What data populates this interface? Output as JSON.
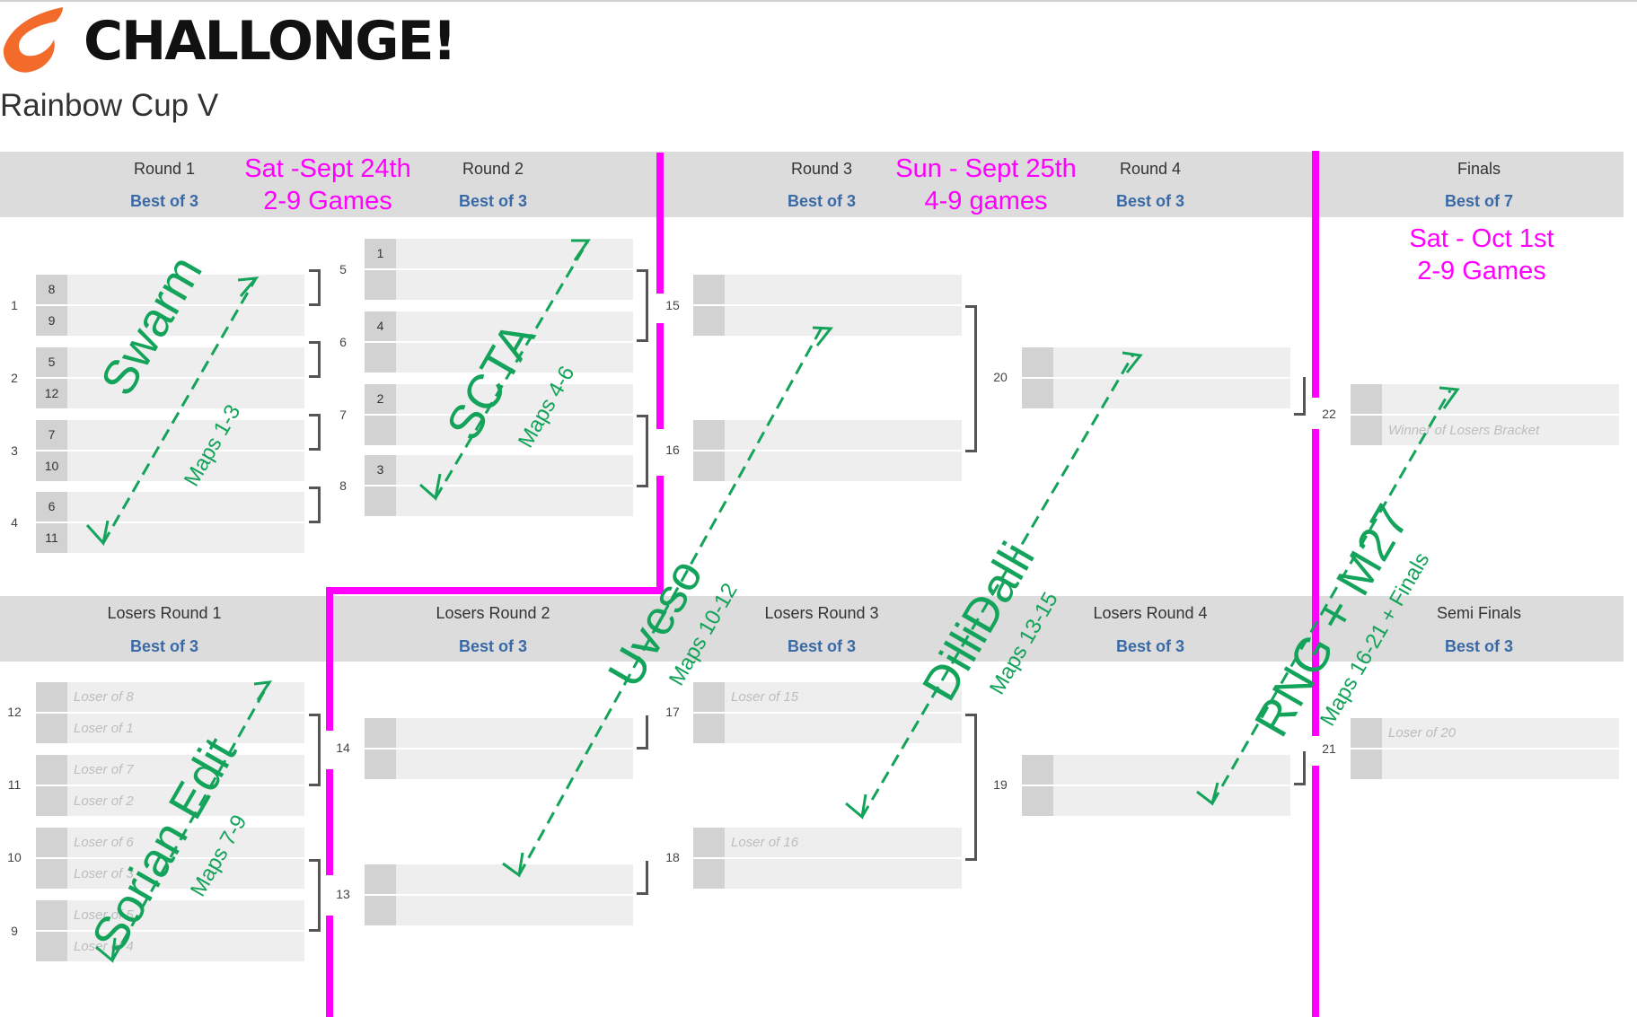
{
  "app": {
    "logo": "CHALLONGE!",
    "tournament_title": "Rainbow Cup V"
  },
  "winners": {
    "rounds": [
      {
        "label": "Round 1",
        "best": "Best of 3"
      },
      {
        "label": "Round 2",
        "best": "Best of 3"
      },
      {
        "label": "Round 3",
        "best": "Best of 3"
      },
      {
        "label": "Round 4",
        "best": "Best of 3"
      },
      {
        "label": "Finals",
        "best": "Best of 7"
      }
    ],
    "round1": [
      {
        "num": "1",
        "seeds": [
          "8",
          "9"
        ]
      },
      {
        "num": "2",
        "seeds": [
          "5",
          "12"
        ]
      },
      {
        "num": "3",
        "seeds": [
          "7",
          "10"
        ]
      },
      {
        "num": "4",
        "seeds": [
          "6",
          "11"
        ]
      }
    ],
    "round2": [
      {
        "num": "5",
        "seed": "1"
      },
      {
        "num": "6",
        "seed": "4"
      },
      {
        "num": "7",
        "seed": "2"
      },
      {
        "num": "8",
        "seed": "3"
      }
    ],
    "round3_nums": [
      "15",
      "16"
    ],
    "round4_num": "20",
    "finals_num": "22",
    "finals_placeholder": "Winner of Losers Bracket"
  },
  "losers": {
    "rounds": [
      {
        "label": "Losers Round 1",
        "best": "Best of 3"
      },
      {
        "label": "Losers Round 2",
        "best": "Best of 3"
      },
      {
        "label": "Losers Round 3",
        "best": "Best of 3"
      },
      {
        "label": "Losers Round 4",
        "best": "Best of 3"
      },
      {
        "label": "Semi Finals",
        "best": "Best of 3"
      }
    ],
    "round1": [
      {
        "num": "12",
        "players": [
          "Loser of 8",
          "Loser of 1"
        ]
      },
      {
        "num": "11",
        "players": [
          "Loser of 7",
          "Loser of 2"
        ]
      },
      {
        "num": "10",
        "players": [
          "Loser of 6",
          "Loser of 3"
        ]
      },
      {
        "num": "9",
        "players": [
          "Loser of 5",
          "Loser of 4"
        ]
      }
    ],
    "round2_nums": [
      "14",
      "13"
    ],
    "round3": [
      {
        "num": "17",
        "player": "Loser of 15"
      },
      {
        "num": "18",
        "player": "Loser of 16"
      }
    ],
    "round4_num": "19",
    "semi_num": "21",
    "semi_placeholder": "Loser of 20"
  },
  "annotations": {
    "day1": {
      "date": "Sat -Sept 24th",
      "games": "2-9 Games"
    },
    "day2": {
      "date": "Sun - Sept 25th",
      "games": "4-9 games"
    },
    "day3": {
      "date": "Sat - Oct 1st",
      "games": "2-9 Games"
    },
    "casters": [
      {
        "name": "Swarm",
        "maps": "Maps 1-3"
      },
      {
        "name": "SCTA",
        "maps": "Maps 4-6"
      },
      {
        "name": "Sorian Edit",
        "maps": "Maps 7-9"
      },
      {
        "name": "Uveso",
        "maps": "Maps 10-12"
      },
      {
        "name": "DilliDalli",
        "maps": "Maps 13-15"
      },
      {
        "name": "RNG + M27",
        "maps": "Maps 16-21 + Finals"
      }
    ],
    "colors": {
      "magenta": "#ff00ff",
      "green": "#14a35a",
      "link_blue": "#3a6aa5"
    }
  }
}
